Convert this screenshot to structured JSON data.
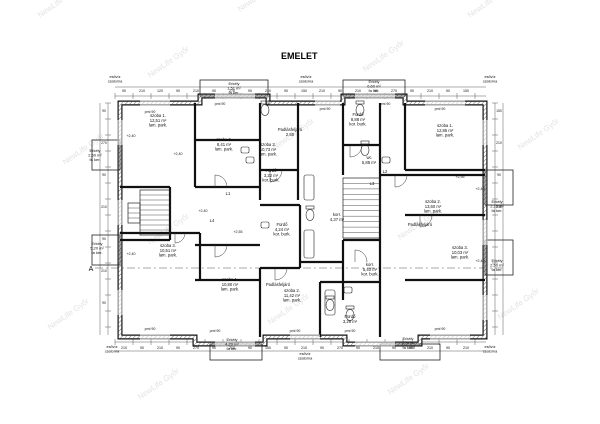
{
  "title": "EMELET",
  "watermark": "NewLife Győr",
  "section_marker": "A",
  "rooms": [
    {
      "id": "szoba1-nw",
      "lines": [
        "szoba 1.",
        "12,51 m²",
        "lam. park."
      ]
    },
    {
      "id": "szoba2-nw",
      "lines": [
        "szoba 2.",
        "8,41 m²",
        "lam. park."
      ]
    },
    {
      "id": "szoba3-n",
      "lines": [
        "szoba 3.",
        "10,73 m²",
        "lam. park."
      ]
    },
    {
      "id": "padlas-n",
      "lines": [
        "Padlásfeljáró",
        "2,60"
      ]
    },
    {
      "id": "furdo-nw",
      "lines": [
        "Fürdő",
        "3,22 m²",
        "kor. burk."
      ]
    },
    {
      "id": "furdo-ne",
      "lines": [
        "Fürdő",
        "8,88 m²",
        "kor. burk."
      ]
    },
    {
      "id": "szoba1-ne",
      "lines": [
        "szoba 1.",
        "12,85 m²",
        "lam. park."
      ]
    },
    {
      "id": "wc-ne",
      "lines": [
        "wc",
        "5,88 m²"
      ]
    },
    {
      "id": "szoba2-e",
      "lines": [
        "szoba 2.",
        "13,60 m²",
        "lam. park."
      ]
    },
    {
      "id": "padlas-e",
      "lines": [
        "Padlásfeljáró"
      ]
    },
    {
      "id": "szoba3-se",
      "lines": [
        "szoba 3.",
        "10,03 m²",
        "lam. park."
      ]
    },
    {
      "id": "korr-e",
      "lines": [
        "korr.",
        "5,40 m²",
        "kor. burk."
      ]
    },
    {
      "id": "korr-c",
      "lines": [
        "korr.",
        "4,37 m²"
      ]
    },
    {
      "id": "furdo-c",
      "lines": [
        "Fürdő",
        "4,24 m²",
        "kor. burk."
      ]
    },
    {
      "id": "szoba3-w",
      "lines": [
        "szoba 3.",
        "10,51 m²",
        "lam. park."
      ]
    },
    {
      "id": "szoba1-sw",
      "lines": [
        "szoba 1.",
        "10,80 m²",
        "lam. park."
      ]
    },
    {
      "id": "szoba2-s",
      "lines": [
        "szoba 2.",
        "11,42 m²",
        "lam. park."
      ]
    },
    {
      "id": "padlas-s",
      "lines": [
        "Padlásfeljáró"
      ]
    },
    {
      "id": "furdo-se",
      "lines": [
        "Fürdő",
        "3,28 m²"
      ]
    },
    {
      "id": "l1",
      "lines": [
        "L1"
      ]
    },
    {
      "id": "l2",
      "lines": [
        "L2"
      ]
    },
    {
      "id": "l3",
      "lines": [
        "L3"
      ]
    },
    {
      "id": "l4",
      "lines": [
        "L4"
      ]
    }
  ],
  "balconies": [
    {
      "id": "erkely-n1",
      "lines": [
        "Erkély",
        "1,51 m²",
        "fa ker."
      ]
    },
    {
      "id": "erkely-n2",
      "lines": [
        "Erkély",
        "6,60 m²",
        "fa ker."
      ]
    },
    {
      "id": "erkely-w1",
      "lines": [
        "Erkély",
        "2,50 m²",
        "fa ker."
      ]
    },
    {
      "id": "erkely-e1",
      "lines": [
        "Erkély",
        "2,10 m²",
        "fa ker."
      ]
    },
    {
      "id": "erkely-w2",
      "lines": [
        "Erkély",
        "5,20 m²",
        "fa ker."
      ]
    },
    {
      "id": "erkely-e2",
      "lines": [
        "Erkély",
        "2,50 m²",
        "fa ker."
      ]
    },
    {
      "id": "erkely-s1",
      "lines": [
        "Erkély",
        "4,20 m²",
        "fa ker."
      ]
    },
    {
      "id": "erkely-s2",
      "lines": [
        "Erkély",
        "3,20 m²",
        "fa ker."
      ]
    }
  ],
  "gutters": [
    {
      "id": "gutter-nw",
      "lines": [
        "esővíz",
        "csatorna"
      ]
    },
    {
      "id": "gutter-n",
      "lines": [
        "esővíz",
        "csatorna"
      ]
    },
    {
      "id": "gutter-ne",
      "lines": [
        "esővíz",
        "csatorna"
      ]
    },
    {
      "id": "gutter-sw",
      "lines": [
        "esővíz",
        "csatorna"
      ]
    },
    {
      "id": "gutter-s",
      "lines": [
        "esővíz",
        "csatorna"
      ]
    },
    {
      "id": "gutter-se",
      "lines": [
        "esővíz",
        "csatorna"
      ]
    }
  ],
  "dimension_labels": [
    "90",
    "210",
    "120",
    "90",
    "210",
    "90",
    "270",
    "90",
    "210",
    "90",
    "150",
    "210",
    "90",
    "210",
    "90",
    "270",
    "90",
    "210",
    "90",
    "150",
    "210",
    "90",
    "210",
    "90",
    "270",
    "90",
    "210",
    "90",
    "150",
    "90",
    "210",
    "90",
    "270",
    "90",
    "210",
    "90",
    "150",
    "210",
    "90",
    "210",
    "90",
    "270",
    "90",
    "210",
    "90",
    "210",
    "90",
    "150",
    "210",
    "90",
    "210"
  ],
  "parapet_labels": [
    "pml 90",
    "pml 90",
    "pml 90",
    "pml 90",
    "pml 90",
    "pml 90",
    "pml 90",
    "pml 90",
    "pml 90",
    "pml 90"
  ],
  "level_labels": [
    "+2,40",
    "+2,40",
    "+2,95",
    "+2,55",
    "+2,40",
    "+2,40",
    "+2,40",
    "+2,40"
  ]
}
